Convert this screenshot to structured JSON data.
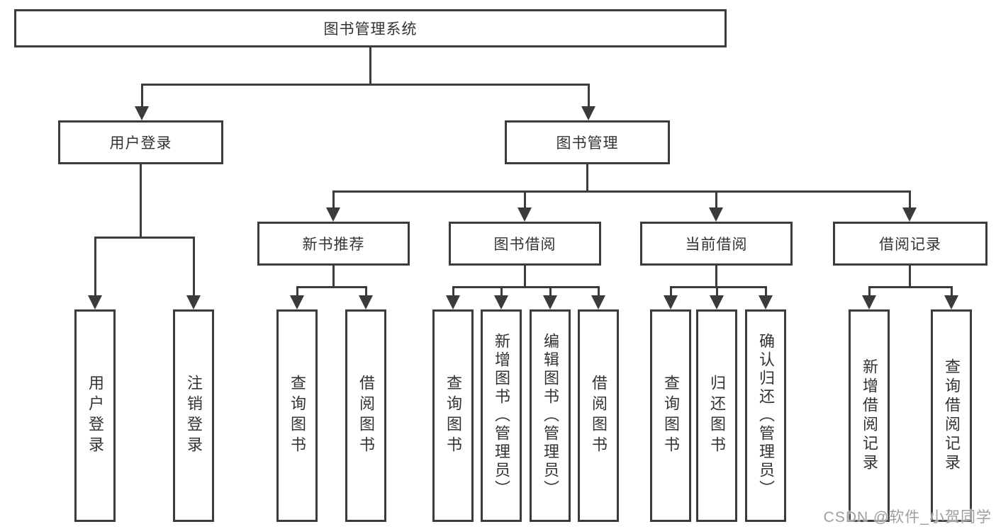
{
  "diagram": {
    "root": {
      "label": "图书管理系统"
    },
    "branches": {
      "user_login": {
        "label": "用户登录",
        "children": [
          {
            "label": "用户登录"
          },
          {
            "label": "注销登录"
          }
        ]
      },
      "book_management": {
        "label": "图书管理",
        "children": [
          {
            "label": "新书推荐",
            "children": [
              {
                "label": "查询图书"
              },
              {
                "label": "借阅图书"
              }
            ]
          },
          {
            "label": "图书借阅",
            "children": [
              {
                "label": "查询图书"
              },
              {
                "label": "新增图书（管理员）"
              },
              {
                "label": "编辑图书（管理员）"
              },
              {
                "label": "借阅图书"
              }
            ]
          },
          {
            "label": "当前借阅",
            "children": [
              {
                "label": "查询图书"
              },
              {
                "label": "归还图书"
              },
              {
                "label": "确认归还（管理员）"
              }
            ]
          },
          {
            "label": "借阅记录",
            "children": [
              {
                "label": "新增借阅记录"
              },
              {
                "label": "查询借阅记录"
              }
            ]
          }
        ]
      }
    },
    "colors": {
      "line": "#3b3b3b",
      "text": "#333333",
      "background": "#ffffff",
      "watermark": "#9e9e9e"
    }
  },
  "watermark": {
    "text": "CSDN @软件_小贺同学"
  }
}
